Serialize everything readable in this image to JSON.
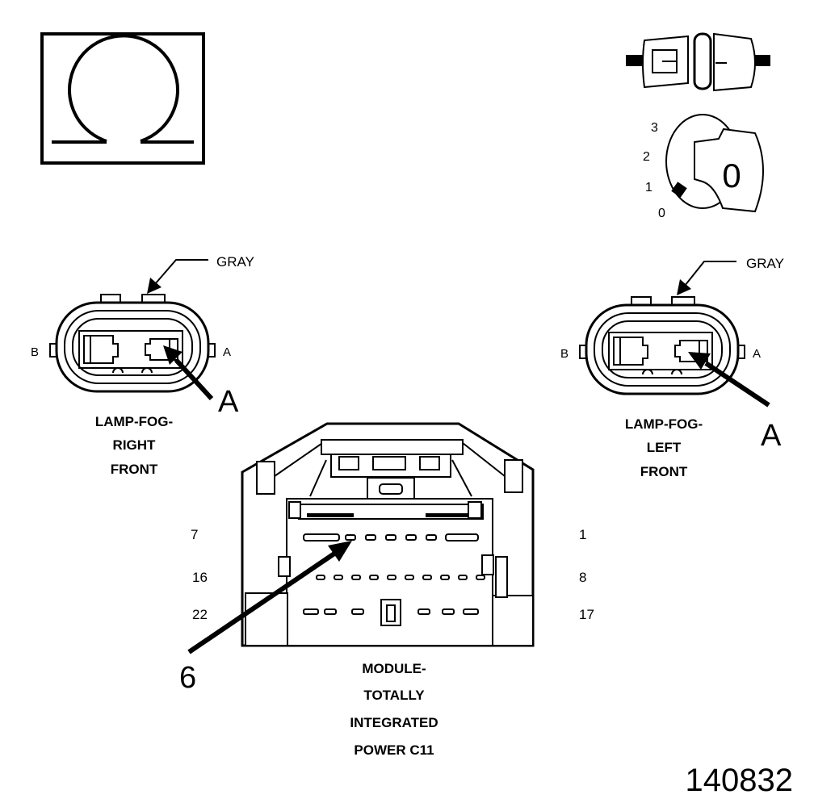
{
  "ohmmeter_symbol": {
    "glyph": "omega-icon"
  },
  "ignition": {
    "positions": [
      "3",
      "2",
      "1",
      "0"
    ],
    "key_label": "0"
  },
  "right_connector": {
    "wire_color": "GRAY",
    "pin_b": "B",
    "pin_a": "A",
    "callout": "A",
    "name_lines": [
      "LAMP-FOG-",
      "RIGHT",
      "FRONT"
    ]
  },
  "left_connector": {
    "wire_color": "GRAY",
    "pin_b": "B",
    "pin_a": "A",
    "callout": "A",
    "name_lines": [
      "LAMP-FOG-",
      "LEFT",
      "FRONT"
    ]
  },
  "module_connector": {
    "pin_labels": {
      "row1_left": "7",
      "row1_right": "1",
      "row2_left": "16",
      "row2_right": "8",
      "row3_left": "22",
      "row3_right": "17"
    },
    "callout": "6",
    "name_lines": [
      "MODULE-",
      "TOTALLY",
      "INTEGRATED",
      "POWER C11"
    ]
  },
  "figure_number": "140832"
}
